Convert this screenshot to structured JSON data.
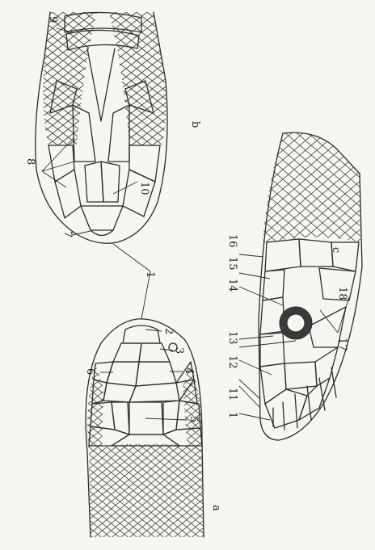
{
  "figure": {
    "panels": [
      {
        "id": "a",
        "letter": "a"
      },
      {
        "id": "b",
        "letter": "b"
      },
      {
        "id": "c",
        "letter": "c"
      }
    ],
    "labels": [
      {
        "id": "l1",
        "text": "1",
        "panel": "a-b"
      },
      {
        "id": "l2",
        "text": "2",
        "panel": "a"
      },
      {
        "id": "l3",
        "text": "3",
        "panel": "a"
      },
      {
        "id": "l4",
        "text": "4",
        "panel": "a"
      },
      {
        "id": "l5",
        "text": "5",
        "panel": "a"
      },
      {
        "id": "l6",
        "text": "6",
        "panel": "a"
      },
      {
        "id": "l7",
        "text": "7",
        "panel": "b"
      },
      {
        "id": "l8",
        "text": "8",
        "panel": "b"
      },
      {
        "id": "l9",
        "text": "9",
        "panel": "b"
      },
      {
        "id": "l10",
        "text": "10",
        "panel": "b"
      },
      {
        "id": "l11",
        "text": "11",
        "panel": "c"
      },
      {
        "id": "l12",
        "text": "12",
        "panel": "c"
      },
      {
        "id": "l13",
        "text": "13",
        "panel": "c"
      },
      {
        "id": "l14",
        "text": "14",
        "panel": "c"
      },
      {
        "id": "l15",
        "text": "15",
        "panel": "c"
      },
      {
        "id": "l16",
        "text": "16",
        "panel": "c"
      },
      {
        "id": "l17",
        "text": "17",
        "panel": "c"
      },
      {
        "id": "l18",
        "text": "18",
        "panel": "c"
      },
      {
        "id": "l1c",
        "text": "1",
        "panel": "c"
      }
    ],
    "colors": {
      "ink": "#2b2b2b",
      "paper": "#f6f5f1"
    }
  }
}
